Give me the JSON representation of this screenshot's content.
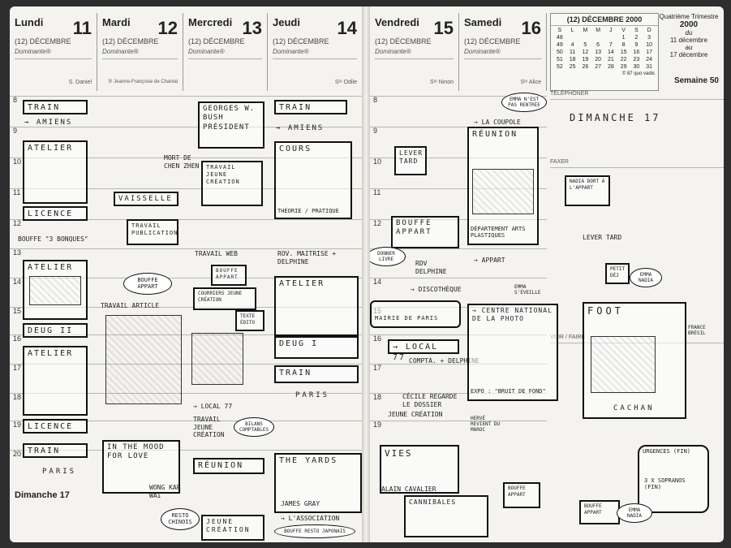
{
  "days_left": [
    {
      "name": "Lundi",
      "num": "11",
      "month": "(12) DÉCEMBRE",
      "dom": "Dominante®",
      "saint": "S. Daniel"
    },
    {
      "name": "Mardi",
      "num": "12",
      "month": "(12) DÉCEMBRE",
      "dom": "Dominante®",
      "saint": "Sᵗ Jeanne-Françoise de Chantal"
    },
    {
      "name": "Mercredi",
      "num": "13",
      "month": "(12) DÉCEMBRE",
      "dom": "Dominante®",
      "saint": ""
    },
    {
      "name": "Jeudi",
      "num": "14",
      "month": "(12) DÉCEMBRE",
      "dom": "Dominante®",
      "saint": "Sᵗᵉ Odile"
    }
  ],
  "days_right": [
    {
      "name": "Vendredi",
      "num": "15",
      "month": "(12) DÉCEMBRE",
      "dom": "Dominante®",
      "saint": "Sᵗᵉ Ninon"
    },
    {
      "name": "Samedi",
      "num": "16",
      "month": "(12) DÉCEMBRE",
      "dom": "Dominante®",
      "saint": "Sᵗᵉ Alice"
    }
  ],
  "mini_cal": {
    "title": "(12) DÉCEMBRE 2000",
    "head": [
      "S",
      "L",
      "M",
      "M",
      "J",
      "V",
      "S",
      "D"
    ],
    "rows": [
      [
        "48",
        "",
        "",
        "",
        "",
        "1",
        "2",
        "3"
      ],
      [
        "49",
        "4",
        "5",
        "6",
        "7",
        "8",
        "9",
        "10"
      ],
      [
        "50",
        "11",
        "12",
        "13",
        "14",
        "15",
        "16",
        "17"
      ],
      [
        "51",
        "18",
        "19",
        "20",
        "21",
        "22",
        "23",
        "24"
      ],
      [
        "52",
        "25",
        "26",
        "27",
        "28",
        "29",
        "30",
        "31"
      ]
    ],
    "copyright": "© 87 quo vadis"
  },
  "quarter": {
    "label": "Quatrième Trimestre",
    "year": "2000",
    "du": "du",
    "from": "11 décembre",
    "au": "au",
    "to": "17 décembre"
  },
  "semaine": "Semaine 50",
  "side_labels": {
    "telephoner": "TÉLÉPHONER",
    "faxer": "FAXER",
    "voir": "VOIR / FAIRE"
  },
  "dimanche_left": "Dimanche 17",
  "hours": [
    "8",
    "9",
    "10",
    "11",
    "12",
    "13",
    "14",
    "15",
    "16",
    "17",
    "18",
    "19",
    "20"
  ],
  "entries": {
    "lundi": [
      "TRAIN",
      "→ AMIENS",
      "ATELIER",
      "LICENCE",
      "ATELIER",
      "DEUG II",
      "ATELIER",
      "LICENCE",
      "TRAIN",
      "PARIS",
      "BOUFFE \"3 BONQUES\""
    ],
    "mardi": [
      "VAISSELLE",
      "TRAVAIL PUBLICATION",
      "BOUFFE APPART",
      "TRAVAIL ARTICLE",
      "IN THE MOOD FOR LOVE",
      "WONG KAR WAI"
    ],
    "mercredi": [
      "GEORGES W. BUSH PRÉSIDENT",
      "MORT DE CHEN ZHEN",
      "TRAVAIL JEUNE CRÉATION",
      "TRAVAIL WEB",
      "BOUFFE APPART",
      "COURRIERS JEUNE CRÉATION",
      "TEXTE ÉDITO",
      "→ LOCAL 77",
      "TRAVAIL JEUNE CRÉATION",
      "BILANS COMPTABLES",
      "RÉUNION",
      "JEUNE CRÉATION",
      "RESTO CHINOIS"
    ],
    "jeudi": [
      "TRAIN",
      "→ AMIENS",
      "COURS",
      "THÉORIE / PRATIQUE",
      "ROV. MAITRISE + DELPHINE",
      "ATELIER",
      "DEUG I",
      "TRAIN",
      "PARIS",
      "THE YARDS",
      "JAMES GRAY",
      "→ L'ASSOCIATION",
      "BOUFFE RESTO JAPONAIS"
    ],
    "vendredi": [
      "LEVER TARD",
      "BOUFFE APPART",
      "DONNER LIVRE",
      "RDV DELPHINE",
      "→ DISCOTHÈQUE",
      "MAIRIE DE PARIS",
      "→ LOCAL 77",
      "COMPTA. + DELPHINE",
      "CÉCILE REGARDE LE DOSSIER",
      "JEUNE CRÉATION",
      "VIES",
      "ALAIN CAVALIER",
      "CANNIBALES"
    ],
    "samedi": [
      "EMMA N'EST PAS RENTRÉE",
      "→ LA COUPOLE",
      "RÉUNION",
      "DÉPARTEMENT ARTS PLASTIQUES",
      "→ APPART",
      "EMMA S'ÉVEILLE",
      "→ CENTRE NATIONAL DE LA PHOTO",
      "EXPO : \"BRUIT DE FOND\"",
      "HERVÉ REVIENT DU MAROC",
      "BOUFFE APPART"
    ],
    "dimanche": [
      "DIMANCHE 17",
      "NADIA DORT À L'APPART",
      "LEVER TARD",
      "PETIT DÉJ",
      "EMMA NADIA",
      "FOOT",
      "CACHAN",
      "FRANCE BRÉSIL",
      "URGENCES (FIN)",
      "3 X SOPRANOS (FIN)",
      "BOUFFE APPART",
      "EMMA NADIA"
    ]
  }
}
